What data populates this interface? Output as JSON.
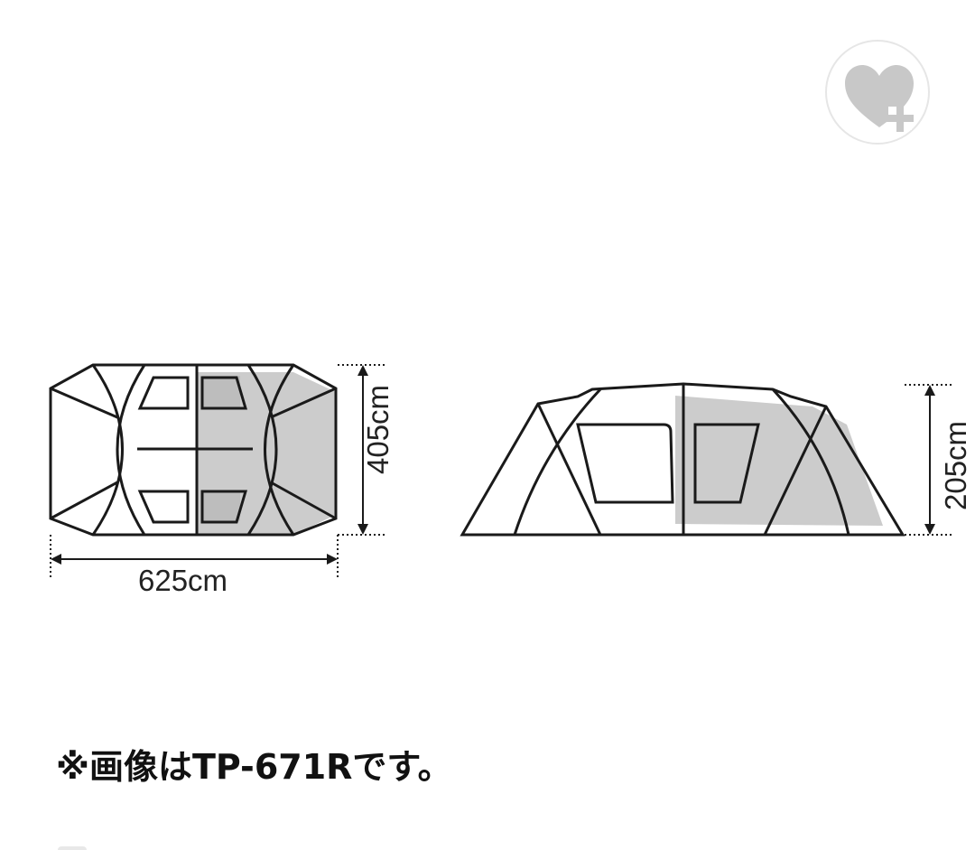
{
  "favorite_button": {
    "icon": "heart-plus-icon",
    "color": "#c8c8c8",
    "border": "#e6e6e6"
  },
  "top_view": {
    "width_label": "625cm",
    "depth_label": "405cm",
    "shaded_area_color": "#cccccc"
  },
  "side_view": {
    "height_label": "205cm",
    "shaded_area_color": "#cccccc"
  },
  "note": "※画像はTP-671Rです。"
}
